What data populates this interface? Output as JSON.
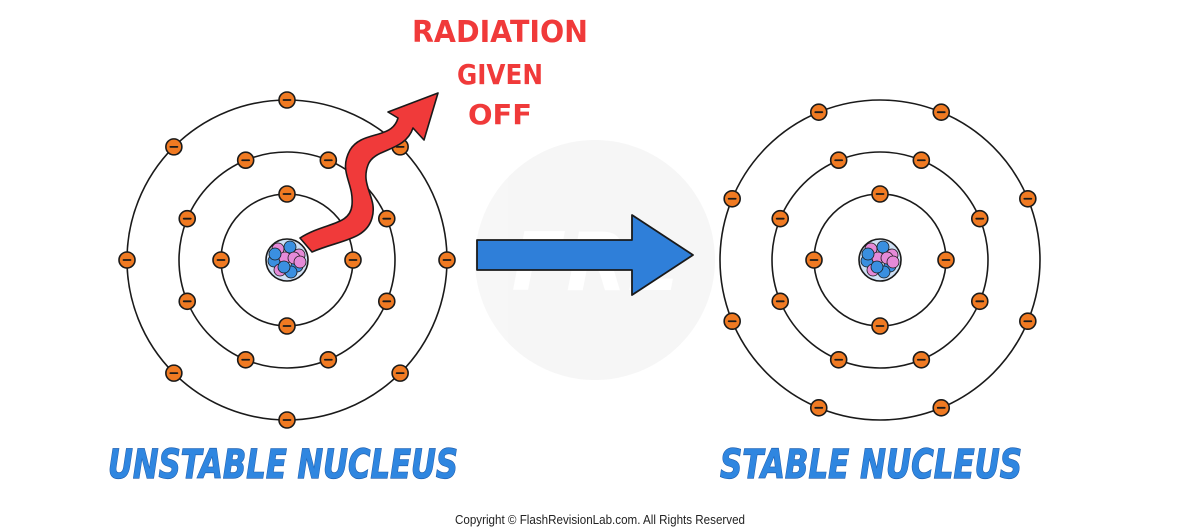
{
  "labels": {
    "unstable": "UNSTABLE NUCLEUS",
    "stable": "STABLE NUCLEUS",
    "radiation_line1": "RADIATION",
    "radiation_line2": "GIVEN",
    "radiation_line3": "OFF",
    "watermark": "FRL",
    "copyright": "Copyright © FlashRevisionLab.com. All Rights Reserved"
  },
  "electron_symbol": "−",
  "colors": {
    "electron": "#f07a22",
    "label_blue": "#2f86e0",
    "radiation_red": "#f03a3a",
    "arrow_blue": "#2f7fd9",
    "proton": "#e58ad8",
    "neutron": "#3a8fe0"
  },
  "atoms": [
    {
      "name": "unstable-atom",
      "shell_electrons": [
        4,
        8,
        8
      ]
    },
    {
      "name": "stable-atom",
      "shell_electrons": [
        4,
        8,
        8
      ]
    }
  ],
  "icons": [
    "radiation-wavy-arrow",
    "transition-arrow",
    "watermark-logo"
  ]
}
